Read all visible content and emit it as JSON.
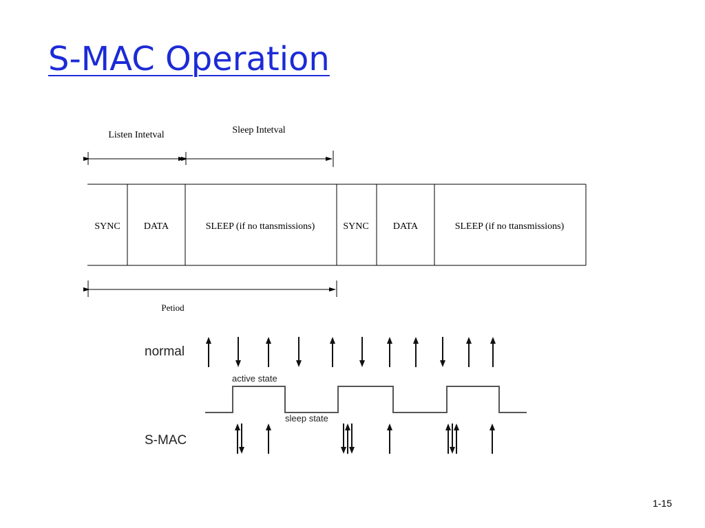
{
  "title": "S-MAC Operation",
  "frame_timing": {
    "listen_interval_label": "Listen Intetval",
    "sleep_interval_label": "Sleep Intetval",
    "period_label": "Petiod",
    "cells": [
      "SYNC",
      "DATA",
      "SLEEP (if no ttansmissions)",
      "SYNC",
      "DATA",
      "SLEEP (if no ttansmissions)"
    ]
  },
  "traffic": {
    "normal_label": "normal",
    "smac_label": "S-MAC",
    "active_state_label": "active state",
    "sleep_state_label": "sleep state",
    "normal_arrows": [
      "up",
      "down",
      "up",
      "down",
      "up",
      "down",
      "up",
      "up",
      "down",
      "up",
      "up"
    ],
    "smac_arrows": [
      "up-down",
      "up",
      "down-up-down",
      "up",
      "up-down-up",
      "up"
    ]
  },
  "slide_number": "1-15"
}
